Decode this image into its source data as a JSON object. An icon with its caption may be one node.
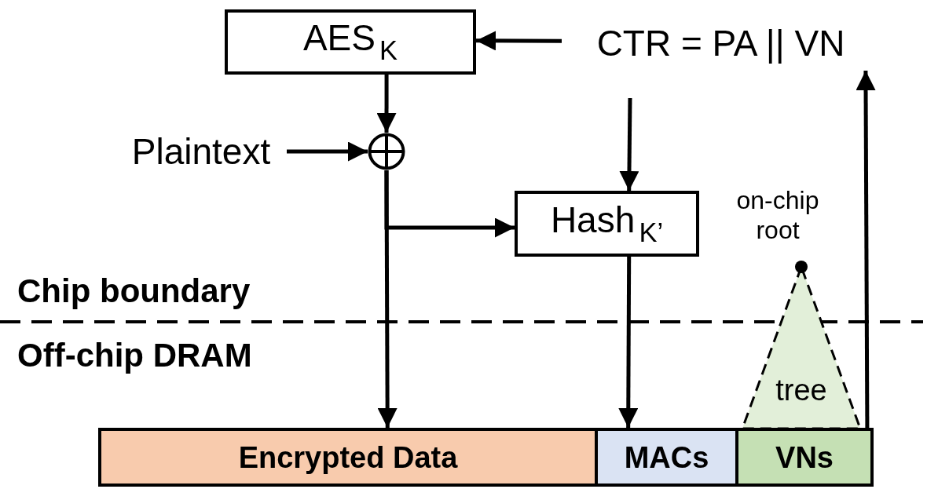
{
  "diagram": {
    "nodes": [
      {
        "text": [
          "AES$_{K}$"
        ]
      },
      {
        "text": [
          "CTR = PA || VN"
        ]
      },
      {
        "text": [
          "Plaintext"
        ]
      },
      {
        "text": [],
        "shape": "circle"
      },
      {
        "text": [
          "Hash$_{K’}$"
        ]
      },
      {
        "text": [
          "Encrypted Data"
        ]
      },
      {
        "text": [
          "MACs"
        ]
      },
      {
        "text": [
          "VNs"
        ]
      },
      {
        "text": [
          "tree"
        ],
        "beside": [
          "on-chip root"
        ]
      }
    ],
    "edges": [
      {
        "from": 1,
        "to": 0,
        "arrow": "to"
      },
      {
        "from": 0,
        "to": 3,
        "arrow": "to"
      },
      {
        "from": 2,
        "to": 3,
        "arrow": "to"
      },
      {
        "from": 3,
        "to": 5,
        "arrow": "to"
      },
      {
        "from": 3,
        "to": 4,
        "arrow": "to"
      },
      {
        "from": 1,
        "to": 4,
        "arrow": "to"
      },
      {
        "from": 4,
        "to": 6,
        "arrow": "to"
      },
      {
        "from": 7,
        "to": 1,
        "arrow": "to"
      }
    ],
    "labels": [
      "Chip boundary",
      "Off-chip DRAM"
    ]
  }
}
